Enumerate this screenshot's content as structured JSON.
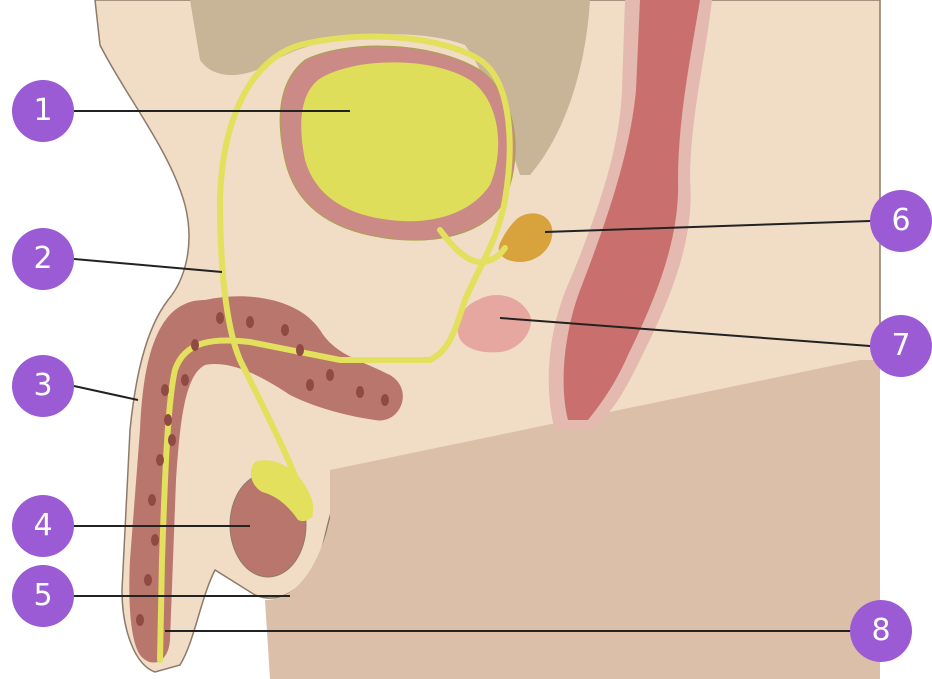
{
  "diagram": {
    "labels": [
      {
        "id": "1",
        "text": "1"
      },
      {
        "id": "2",
        "text": "2"
      },
      {
        "id": "3",
        "text": "3"
      },
      {
        "id": "4",
        "text": "4"
      },
      {
        "id": "5",
        "text": "5"
      },
      {
        "id": "6",
        "text": "6"
      },
      {
        "id": "7",
        "text": "7"
      },
      {
        "id": "8",
        "text": "8"
      }
    ],
    "colors": {
      "badge": "#9b5bd4",
      "skin": "#f1dcc6",
      "skin_outline": "#8e7a6a",
      "thigh": "#dcbfa8",
      "pelvis_bone": "#c8b496",
      "erectile_tissue": "#b9766d",
      "erectile_spots": "#8f4a43",
      "bladder_wall": "#cc8a86",
      "urine": "#dede5a",
      "duct": "#e2e05c",
      "duct_outline": "#a7a44a",
      "seminal_vesicle": "#d8a23c",
      "prostate": "#e6a7a0",
      "rectum": "#c9706e",
      "rectum_lining": "#e3b9b0",
      "leader_line": "#222222"
    }
  }
}
